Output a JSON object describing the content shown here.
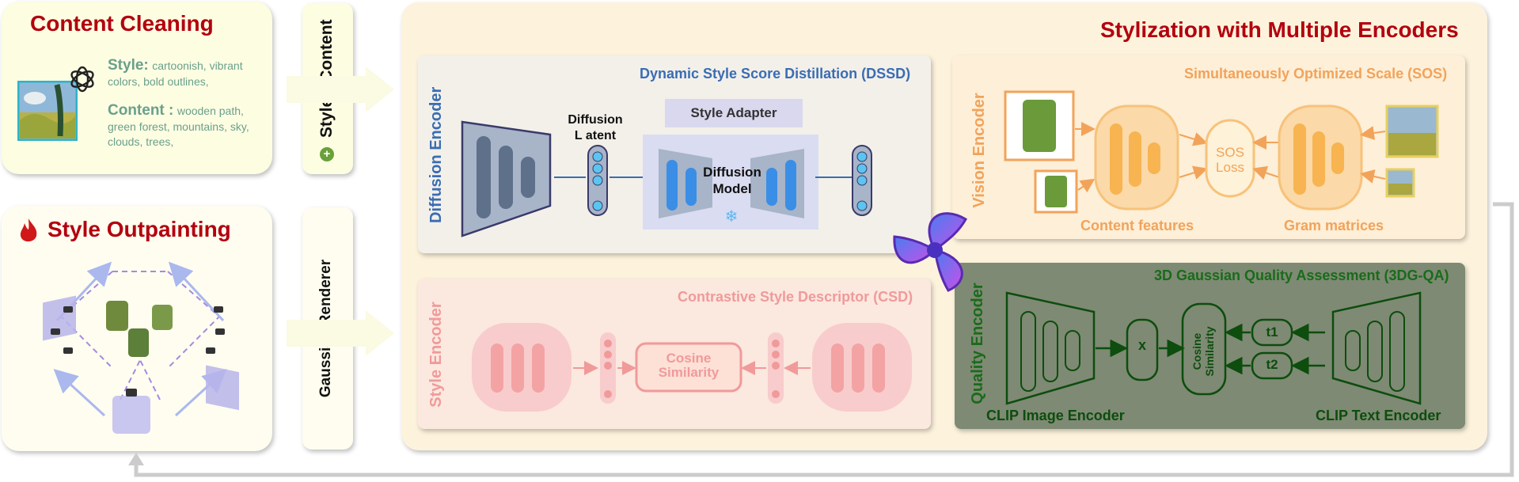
{
  "content_cleaning": {
    "title": "Content Cleaning",
    "style_label": "Style:",
    "style_text": "cartoonish, vibrant colors, bold outlines,",
    "content_label": "Content :",
    "content_text": "wooden path, green forest, mountains, sky, clouds, trees,"
  },
  "style_content_label": "Style",
  "style_content_label2": "Content",
  "style_outpainting": {
    "title": "Style Outpainting"
  },
  "gaussian_renderer": "Gaussian Renderer",
  "main": {
    "title": "Stylization with Multiple Encoders"
  },
  "dssd": {
    "title": "Dynamic Style Score Distillation (DSSD)",
    "encoder_label": "Diffusion Encoder",
    "latent_label_1": "Diffusion",
    "latent_label_2": "L atent",
    "adapter": "Style Adapter",
    "model_1": "Diffusion",
    "model_2": "Model"
  },
  "sos": {
    "title": "Simultaneously Optimized Scale (SOS)",
    "encoder_label": "Vision Encoder",
    "loss_1": "SOS",
    "loss_2": "Loss",
    "content_features": "Content features",
    "gram_matrices": "Gram matrices"
  },
  "csd": {
    "title": "Contrastive Style Descriptor (CSD)",
    "encoder_label": "Style Encoder",
    "cos_1": "Cosine",
    "cos_2": "Similarity"
  },
  "qa": {
    "title": "3D Gaussian Quality Assessment (3DG-QA)",
    "encoder_label": "Quality Encoder",
    "x_label": "x",
    "cos_1": "Cosine",
    "cos_2": "Similarity",
    "t1": "t1",
    "t2": "t2",
    "clip_image": "CLIP Image Encoder",
    "clip_text": "CLIP Text Encoder"
  },
  "colors": {
    "title_red": "#b3000e",
    "dssd_blue": "#3a6db3",
    "sos_orange": "#f2a35a",
    "csd_pink": "#f09a9a",
    "qa_green": "#1a6b1a",
    "qa_bg": "#7e8a74"
  }
}
